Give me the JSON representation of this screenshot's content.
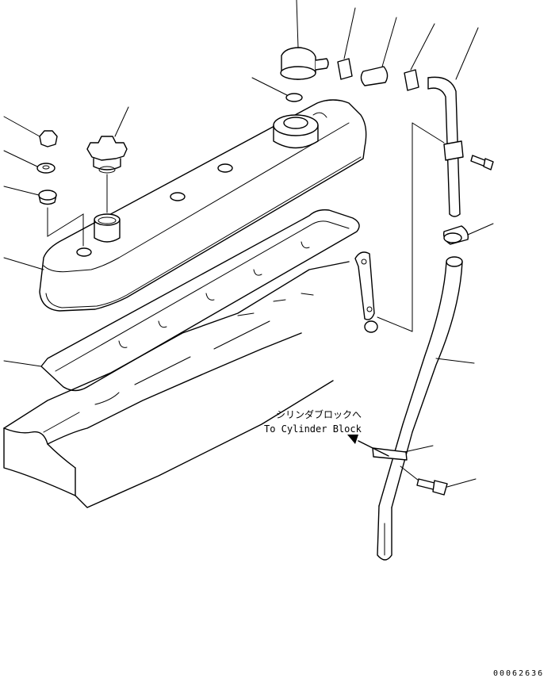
{
  "annotation": {
    "japanese": "シリンダブロックへ",
    "english": "To Cylinder Block"
  },
  "drawing_number": "00062636"
}
